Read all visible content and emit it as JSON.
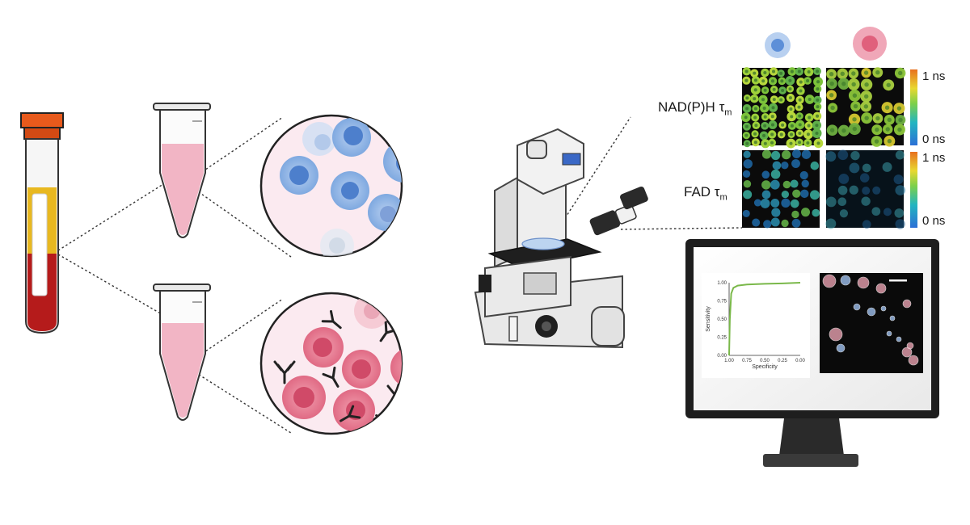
{
  "rows": {
    "nadph": {
      "main": "NAD(P)H",
      "tau": "τ",
      "sub": "m"
    },
    "fad": {
      "main": "FAD",
      "tau": "τ",
      "sub": "m"
    }
  },
  "colorbar": {
    "top": "1 ns",
    "bottom": "0 ns"
  },
  "roc": {
    "ylabel": "Sensitivity",
    "xlabel": "Specificity",
    "yticks": [
      "1.00",
      "0.75",
      "0.50",
      "0.25",
      "0.00"
    ],
    "xticks": [
      "1.00",
      "0.75",
      "0.50",
      "0.25",
      "0.00"
    ]
  },
  "colors": {
    "t_cell_blue": "#6f9fdc",
    "activated_pink": "#e0607c",
    "blood_red": "#b51b1b",
    "plasma_yellow": "#e8b820",
    "cap_orange": "#e85a1c",
    "roc_curve": "#7ab84a"
  }
}
